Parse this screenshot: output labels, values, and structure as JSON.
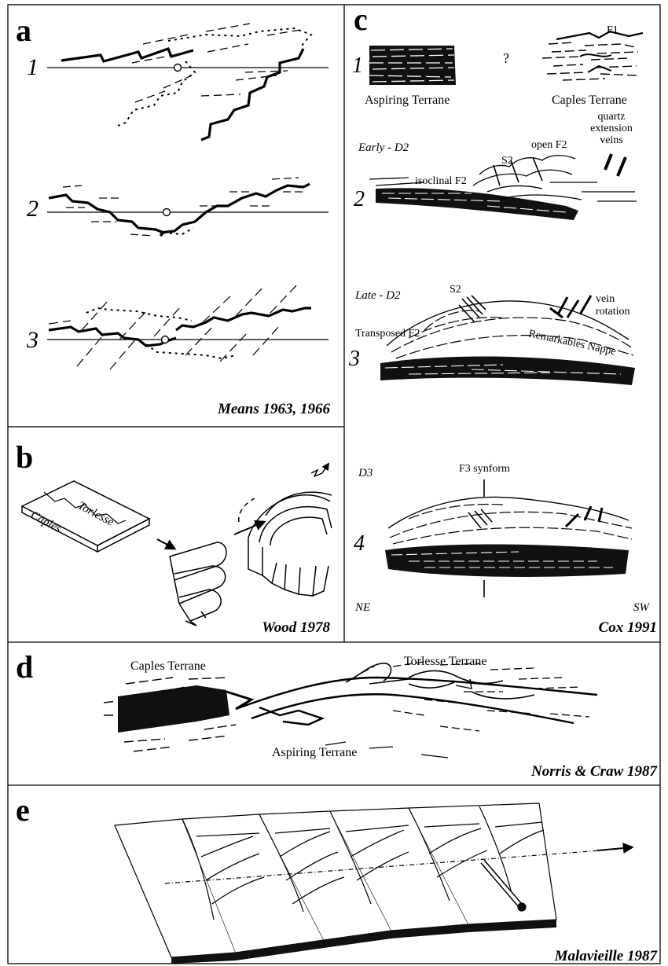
{
  "panels": {
    "a": {
      "letter": "a",
      "steps": [
        "1",
        "2",
        "3"
      ],
      "citation": "Means 1963, 1966"
    },
    "b": {
      "letter": "b",
      "block_labels": [
        "Torlesse",
        "Caples"
      ],
      "citation": "Wood 1978"
    },
    "c": {
      "letter": "c",
      "steps": [
        "1",
        "2",
        "3",
        "4"
      ],
      "question_mark": "?",
      "terrane_left": "Aspiring Terrane",
      "terrane_right": "Caples Terrane",
      "f1": "F1",
      "early_d2": "Early - D2",
      "open_f2": "open F2",
      "s2": "S2",
      "quartz_veins": [
        "quartz",
        "extension",
        "veins"
      ],
      "isoclinal_f2": "isoclinal F2",
      "late_d2": "Late - D2",
      "vein_rotation": [
        "vein",
        "rotation"
      ],
      "transposed_f2": "Transposed F2",
      "remarkables_nappe": "Remarkables Nappe",
      "d3": "D3",
      "f3_synform": "F3 synform",
      "ne": "NE",
      "sw": "SW",
      "citation": "Cox 1991"
    },
    "d": {
      "letter": "d",
      "caples": "Caples Terrane",
      "torlesse": "Torlesse Terrane",
      "aspiring": "Aspiring Terrane",
      "citation": "Norris & Craw 1987"
    },
    "e": {
      "letter": "e",
      "citation": "Malavieille 1987"
    }
  }
}
